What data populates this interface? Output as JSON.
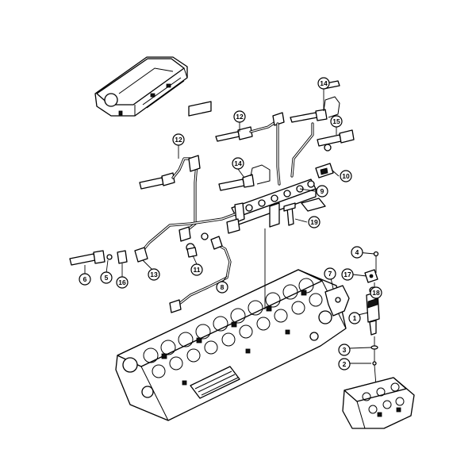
{
  "callouts": [
    {
      "id": "c1",
      "label": "1"
    },
    {
      "id": "c2",
      "label": "2"
    },
    {
      "id": "c3",
      "label": "3"
    },
    {
      "id": "c4",
      "label": "4"
    },
    {
      "id": "c5",
      "label": "5"
    },
    {
      "id": "c6",
      "label": "6"
    },
    {
      "id": "c7",
      "label": "7"
    },
    {
      "id": "c8",
      "label": "8"
    },
    {
      "id": "c9",
      "label": "9"
    },
    {
      "id": "c10",
      "label": "10"
    },
    {
      "id": "c11",
      "label": "11"
    },
    {
      "id": "c12a",
      "label": "12"
    },
    {
      "id": "c12b",
      "label": "12"
    },
    {
      "id": "c13",
      "label": "13"
    },
    {
      "id": "c14a",
      "label": "14"
    },
    {
      "id": "c14b",
      "label": "14"
    },
    {
      "id": "c15",
      "label": "15"
    },
    {
      "id": "c16",
      "label": "16"
    },
    {
      "id": "c17",
      "label": "17"
    },
    {
      "id": "c18",
      "label": "18"
    },
    {
      "id": "c19",
      "label": "19"
    }
  ]
}
